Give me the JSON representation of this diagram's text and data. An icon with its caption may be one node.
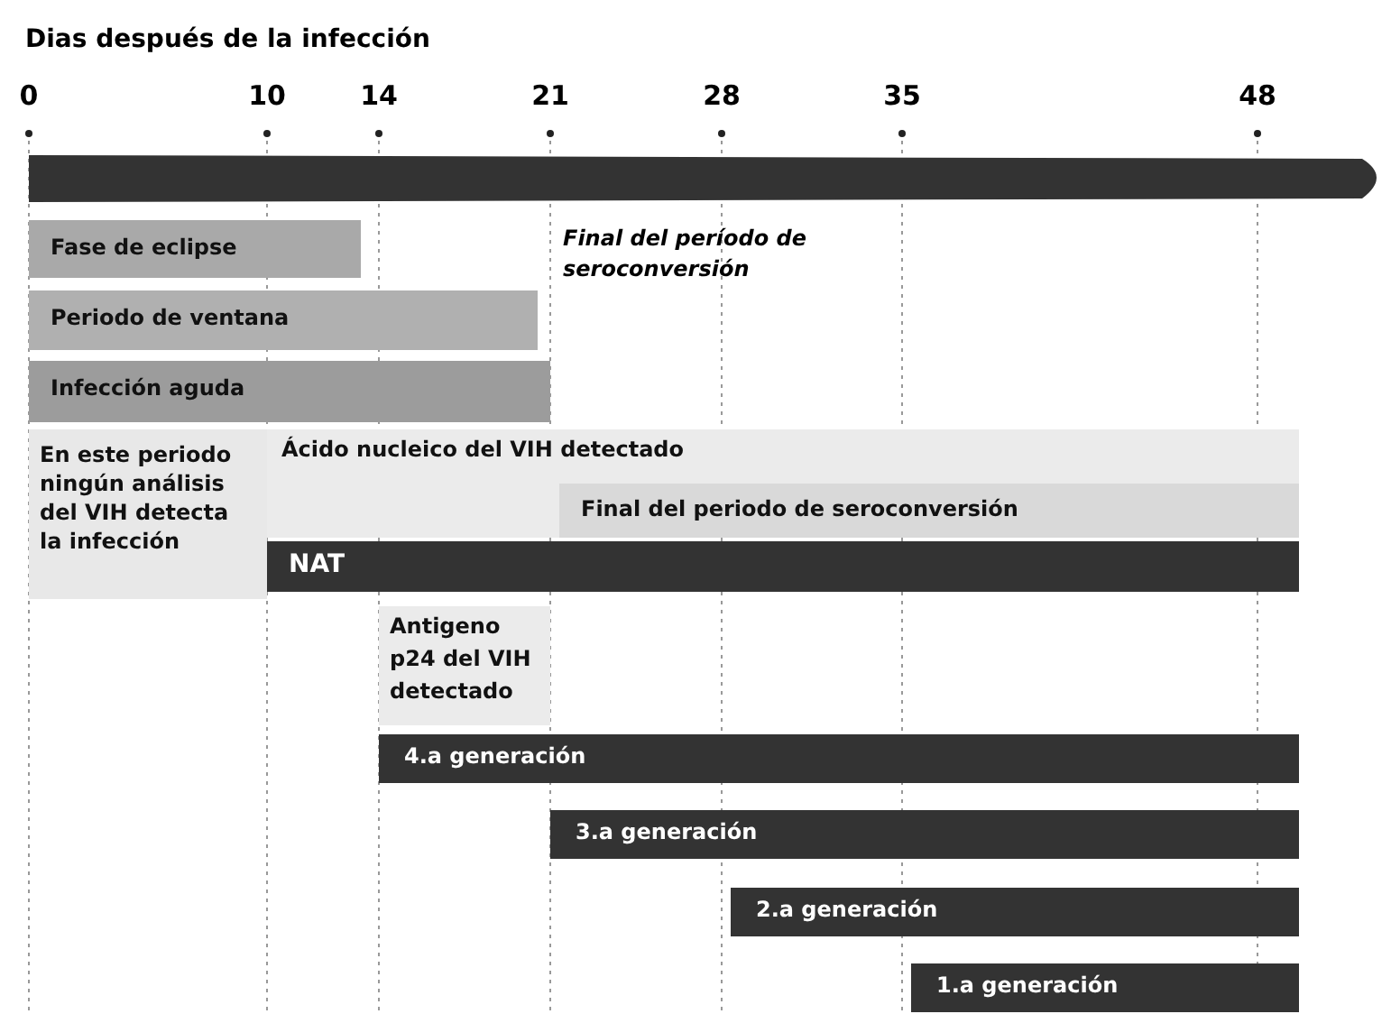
{
  "diagram": {
    "title": "Dias después de la infección",
    "nodes": [
      {
        "text": [
          "Fase de eclipse"
        ]
      },
      {
        "text": [
          "Periodo de ventana"
        ]
      },
      {
        "text": [
          "Infección aguda"
        ]
      },
      {
        "text": [
          "En este periodo ningún análisis del VIH detecta la infección"
        ]
      },
      {
        "text": [
          "Ácido nucleico del VIH detectado"
        ]
      },
      {
        "text": [
          "Final del periodo de seroconversión"
        ],
        "in": 4
      },
      {
        "text": [
          "NAT"
        ]
      },
      {
        "text": [
          "Antigeno p24 del VIH detectado"
        ]
      },
      {
        "text": [
          "4.a generación"
        ]
      },
      {
        "text": [
          "3.a generación"
        ]
      },
      {
        "text": [
          "2.a generación"
        ]
      },
      {
        "text": [
          "1.a generación"
        ]
      }
    ],
    "labels": [
      "0",
      "10",
      "14",
      "21",
      "28",
      "35",
      "48",
      "Final del período de seroconversión"
    ]
  }
}
